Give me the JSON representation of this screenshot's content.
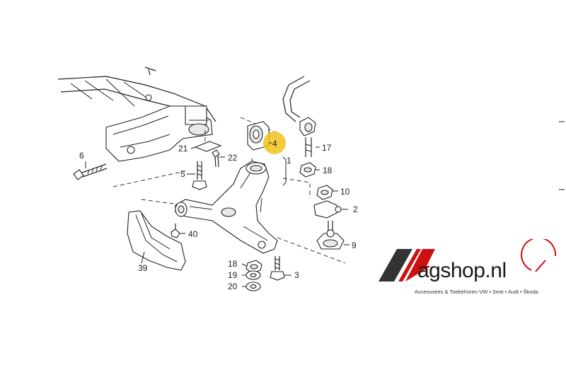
{
  "diagram": {
    "labels": {
      "p1": "1",
      "p2": "2",
      "p3": "3",
      "p4": "4",
      "p5": "5",
      "p6": "6",
      "p9": "9",
      "p10": "10",
      "p17": "17",
      "p18a": "18",
      "p18b": "18",
      "p19": "19",
      "p20": "20",
      "p21": "21",
      "p22": "22",
      "p39": "39",
      "p40": "40"
    },
    "highlight_color": "#f2c21b"
  },
  "logo": {
    "brand": "agshop.nl",
    "tagline": "Accessoires & Toebehoren VW • Seat • Audi • Škoda",
    "colors": {
      "dark": "#333333",
      "red": "#cc1111"
    }
  }
}
